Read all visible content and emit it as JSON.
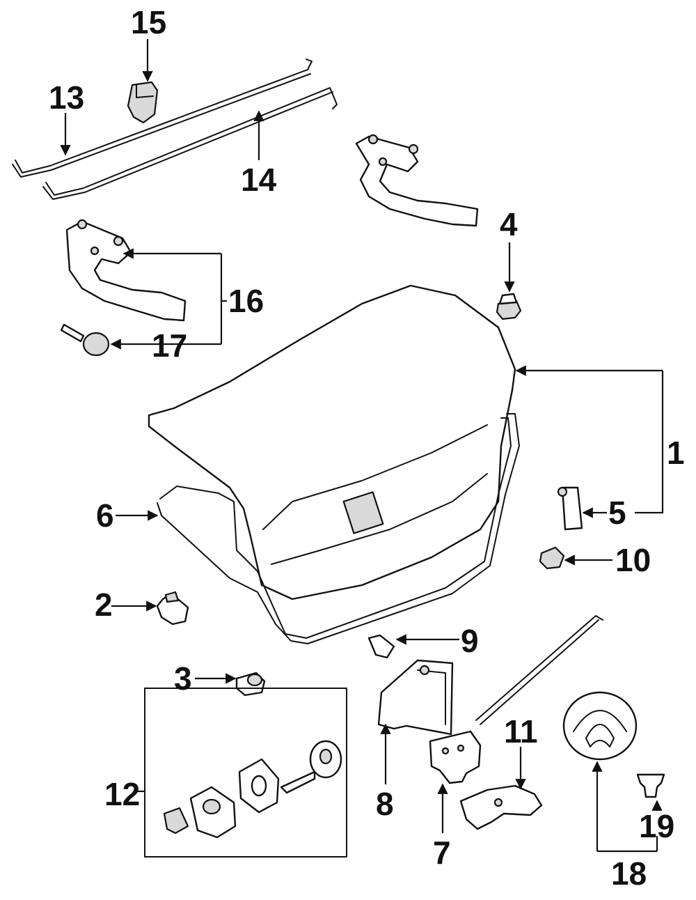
{
  "callouts": {
    "c1": "1",
    "c2": "2",
    "c3": "3",
    "c4": "4",
    "c5": "5",
    "c6": "6",
    "c7": "7",
    "c8": "8",
    "c9": "9",
    "c10": "10",
    "c11": "11",
    "c12": "12",
    "c13": "13",
    "c14": "14",
    "c15": "15",
    "c16": "16",
    "c17": "17",
    "c18": "18",
    "c19": "19"
  },
  "colors": {
    "ink": "#111111",
    "background": "#ffffff",
    "shade": "#d9d9d9"
  }
}
